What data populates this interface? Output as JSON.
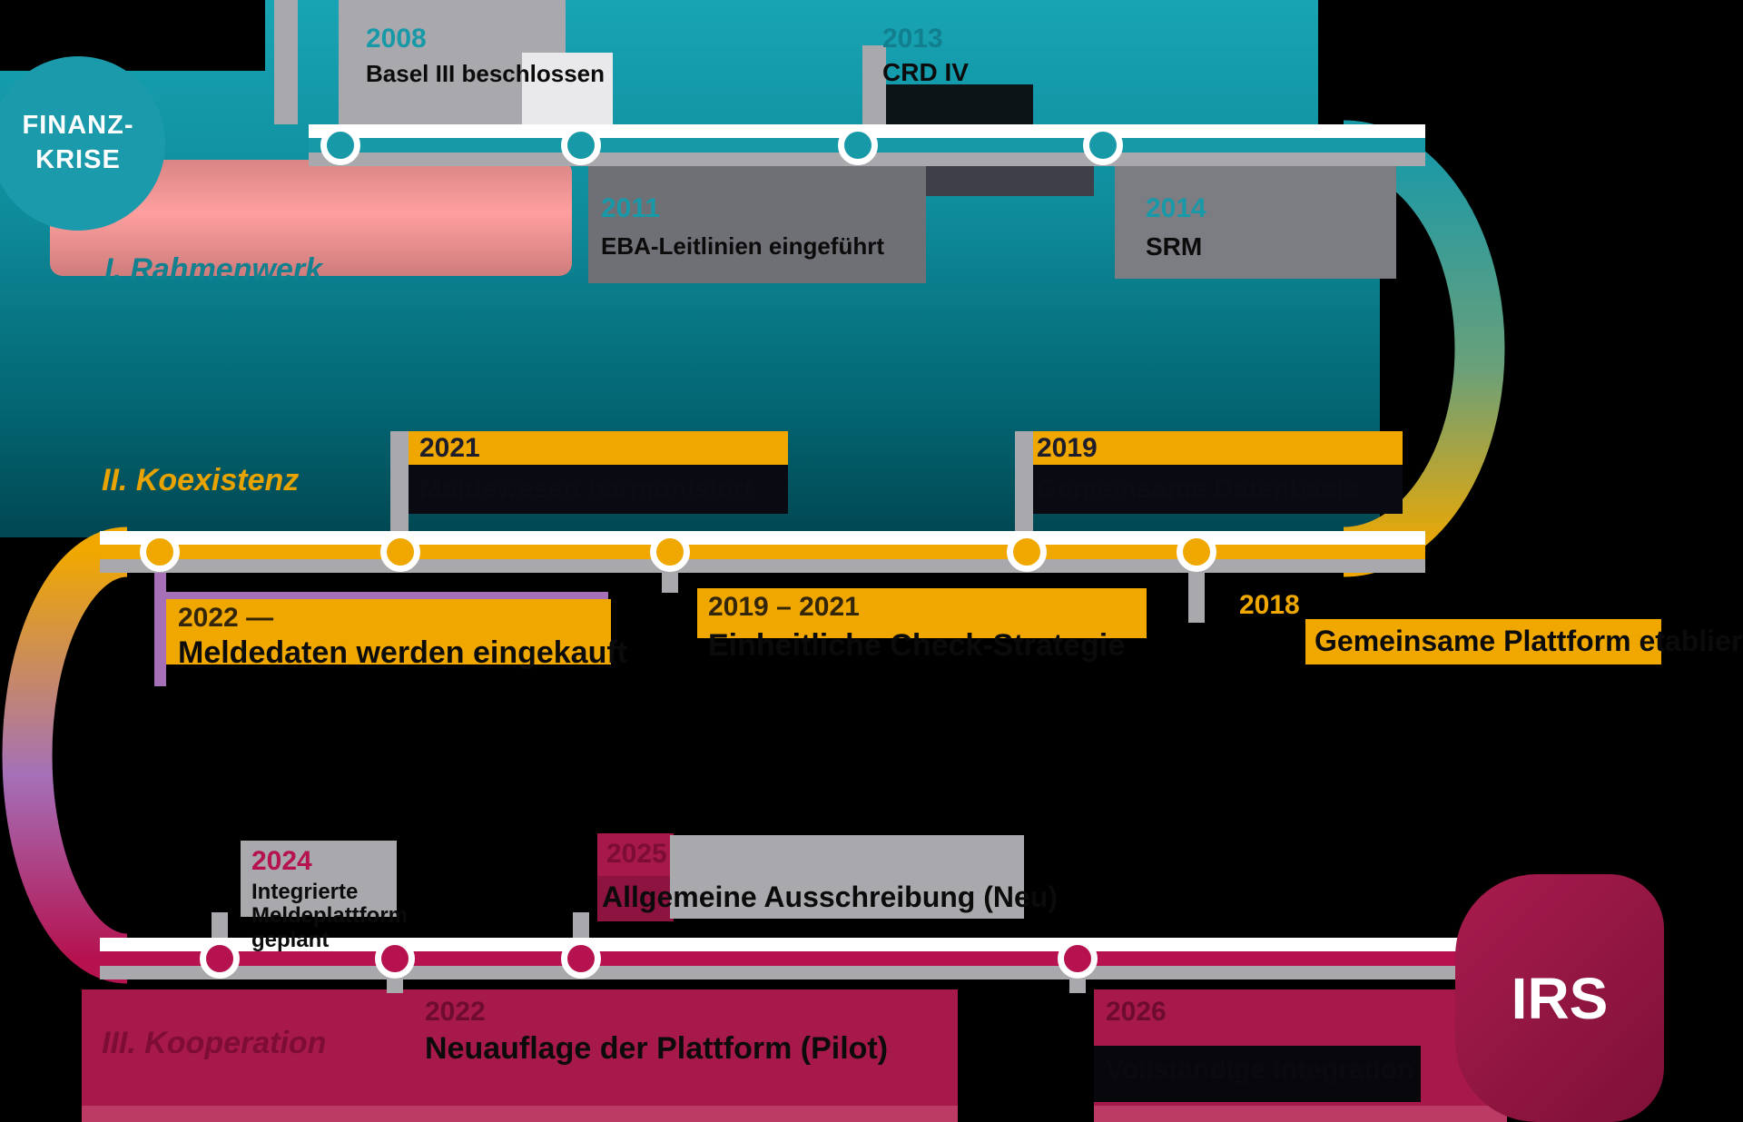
{
  "start_blob": {
    "line1": "FINANZ-",
    "line2": "KRISE"
  },
  "end_blob": {
    "label": "IRS"
  },
  "rows": [
    {
      "label": "I. Rahmenwerk",
      "events": [
        {
          "year": "2008",
          "desc": "Basel III beschlossen"
        },
        {
          "year": "2011",
          "desc": "EBA-Leitlinien eingeführt"
        },
        {
          "year": "2013",
          "desc": "CRD IV"
        },
        {
          "year": "2014",
          "desc": "SRM"
        }
      ]
    },
    {
      "label": "II. Koexistenz",
      "events": [
        {
          "year": "2022 —",
          "desc": "Meldedaten werden eingekauft"
        },
        {
          "year": "2021",
          "desc": "Meldewesen harmonisiert"
        },
        {
          "year": "2019 – 2021",
          "desc": "Einheitliche Check-Strategie"
        },
        {
          "year": "2019",
          "desc": "Gemeinsame Datenbasis"
        },
        {
          "year": "2018",
          "desc": "Gemeinsame Plattform etabliert"
        }
      ]
    },
    {
      "label": "III. Kooperation",
      "events": [
        {
          "year": "2024",
          "desc": "Integrierte Meldeplattform geplant"
        },
        {
          "year": "2025",
          "desc": "Allgemeine Ausschreibung (Neu)"
        },
        {
          "year": "2022",
          "desc": "Neuauflage der Plattform (Pilot)"
        },
        {
          "year": "2026",
          "desc": "Vollständige Integration"
        }
      ]
    }
  ],
  "colors": {
    "teal": "#1899a8",
    "teal_dark": "#11808f",
    "amber": "#f0a800",
    "amber_label": "#e8a300",
    "crimson": "#b5124f",
    "crimson_box": "#a6194a",
    "crimson_dark": "#7d0d36",
    "purple": "#a570b8",
    "silver": "#a9a9ad",
    "gray_medium": "#6f6f76",
    "navy": "#3f3f4a",
    "salmon": "#ff9f9f",
    "white": "#ffffff"
  }
}
